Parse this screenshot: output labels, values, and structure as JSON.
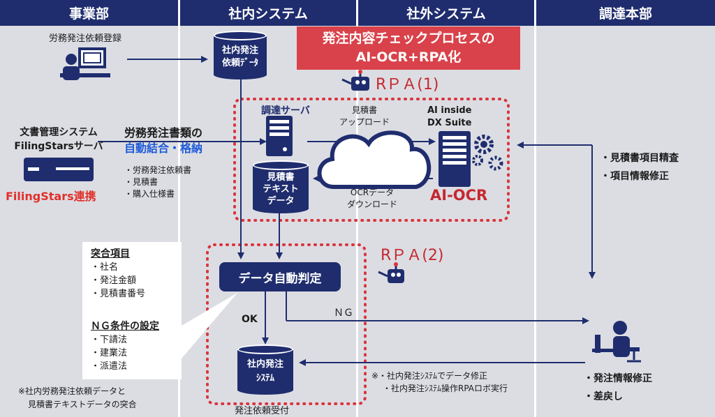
{
  "lanes": {
    "business": "事業部",
    "internal": "社内システム",
    "external": "社外システム",
    "procurement": "調達本部"
  },
  "banner": {
    "line1": "発注内容チェックプロセスの",
    "line2": "AI-OCR+RPA化"
  },
  "rpa1": "RＰＡ(1)",
  "rpa2": "RＰＡ(2)",
  "register_label": "労務発注依頼登録",
  "db_request": {
    "line1": "社内発注",
    "line2": "依頼ﾃﾞｰﾀ"
  },
  "doc_system": {
    "line1": "文書管理システム",
    "line2": "FilingStarsサーバ"
  },
  "filingstars_link": "FilingStars連携",
  "auto_merge": {
    "line1": "労務発注書類の",
    "line2": "自動結合・格納"
  },
  "doc_list": [
    "・労務発注依頼書",
    "・見積書",
    "・購入仕様書"
  ],
  "proc_server": "調達サーバ",
  "upload": {
    "line1": "見積書",
    "line2": "アップロード"
  },
  "ai_inside": {
    "line1": "AI inside",
    "line2": "DX Suite"
  },
  "ai_ocr": "AI-OCR",
  "db_quote": {
    "line1": "見積書",
    "line2": "テキスト",
    "line3": "データ"
  },
  "download": {
    "line1": "OCRデータ",
    "line2": "ダウンロード"
  },
  "check_items": [
    "・見積書項目精査",
    "・項目情報修正"
  ],
  "auto_judge": "データ自動判定",
  "ok": "OK",
  "ng": "ＮＧ",
  "callout": {
    "match_title": "突合項目",
    "match_items": [
      "・社名",
      "・発注金額",
      "・見積書番号"
    ],
    "ng_title": "ＮＧ条件の設定",
    "ng_items": [
      "・下請法",
      "・建業法",
      "・派遣法"
    ]
  },
  "db_order": {
    "line1": "社内発注",
    "line2": "ｼｽﾃﾑ"
  },
  "order_receipt": "発注依頼受付",
  "note_left": {
    "line1": "※社内労務発注依頼データと",
    "line2": "見積書テキストデータの突合"
  },
  "note_mid": {
    "line1": "※・社内発注ｼｽﾃﾑでデータ修正",
    "line2": "・社内発注ｼｽﾃﾑ操作RPAロボ実行"
  },
  "proc_actions": [
    "・発注情報修正",
    "・差戻し"
  ],
  "colors": {
    "navy": "#1f2d6e",
    "red": "#c5282f",
    "lane": "#dcdde3",
    "blue_text": "#1e5bd8"
  }
}
